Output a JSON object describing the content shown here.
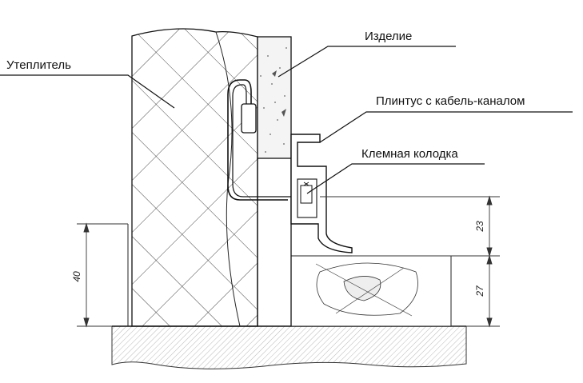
{
  "labels": {
    "insulation": "Утеплитель",
    "product": "Изделие",
    "plinth": "Плинтус с кабель-каналом",
    "terminal": "Клемная колодка"
  },
  "dimensions": {
    "left_height": "40",
    "upper_right": "23",
    "lower_right": "27"
  },
  "colors": {
    "ink": "#111111",
    "hatch": "#555555"
  }
}
